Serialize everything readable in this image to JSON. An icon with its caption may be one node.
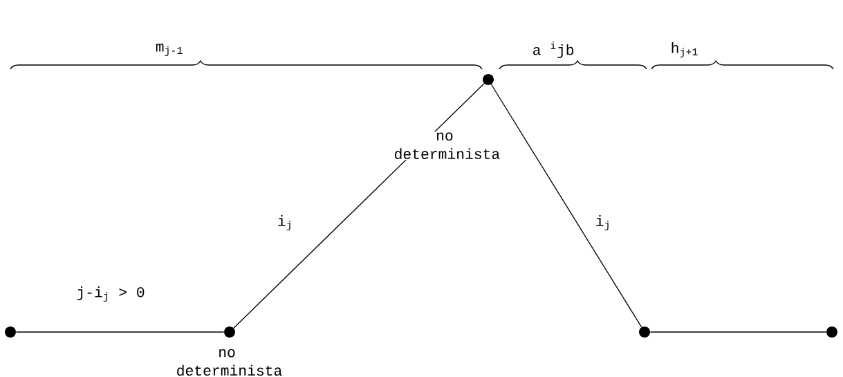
{
  "diagram": {
    "nodes": [
      {
        "text": [],
        "shape": "circle"
      },
      {
        "text": [],
        "shape": "circle",
        "beside": [
          "no determinista"
        ]
      },
      {
        "text": [],
        "shape": "circle"
      },
      {
        "text": [],
        "shape": "circle"
      },
      {
        "text": [],
        "shape": "circle"
      }
    ],
    "edges": [
      {
        "from": 0,
        "to": 1,
        "arrow": "none",
        "label": "j-i$_{j}$ > 0"
      },
      {
        "from": 1,
        "to": 2,
        "arrow": "none",
        "label": "i$_{j}$"
      },
      {
        "from": 2,
        "to": 3,
        "arrow": "none",
        "label": "i$_{j}$"
      },
      {
        "from": 3,
        "to": 4,
        "arrow": "none"
      }
    ],
    "labels": [
      "m$_{j-1}$",
      "a $^{i}$jb",
      "h$_{j+1}$",
      "no determinista"
    ]
  }
}
